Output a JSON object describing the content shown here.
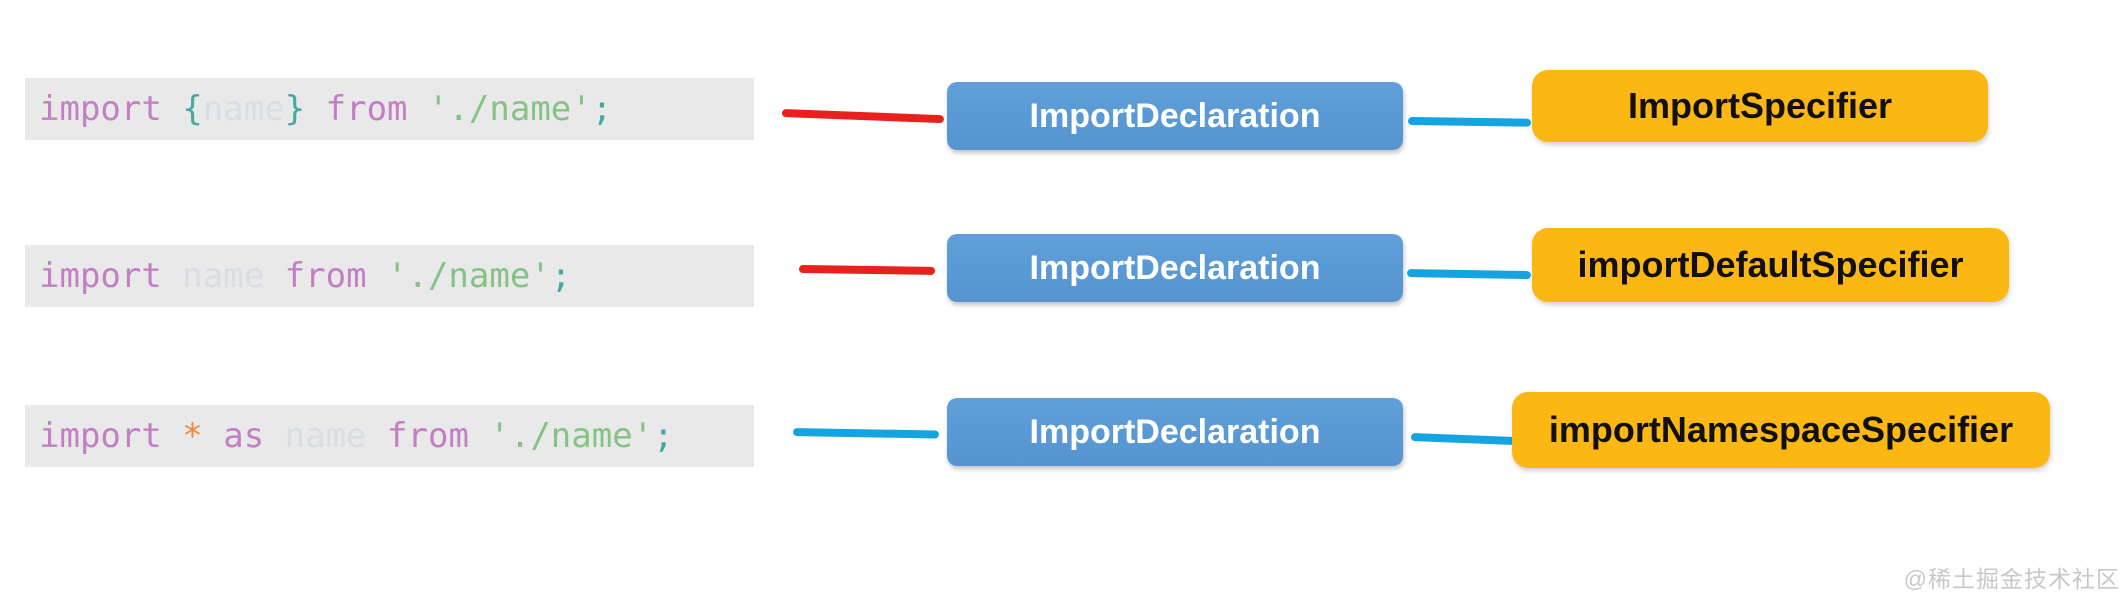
{
  "colors": {
    "code_background": "#e9e9e9",
    "keyword_purple": "#c37fc3",
    "punctuation_teal": "#45a8a2",
    "identifier_gray": "#d9dde5",
    "string_green": "#85c285",
    "star_orange": "#f08a3c",
    "declaration_node_blue": "#5b9bd5",
    "declaration_text": "#ffffff",
    "specifier_node_orange": "#fcb713",
    "specifier_text": "#101010",
    "connector_red": "#e8211f",
    "connector_blue": "#15a3e2"
  },
  "rows": [
    {
      "code_text": "import {name} from './name';",
      "code_tokens": [
        {
          "text": "import ",
          "color": "#c37fc3"
        },
        {
          "text": "{",
          "color": "#45a8a2"
        },
        {
          "text": "name",
          "color": "#d9dde5"
        },
        {
          "text": "} ",
          "color": "#45a8a2"
        },
        {
          "text": "from ",
          "color": "#c37fc3"
        },
        {
          "text": "'./name'",
          "color": "#85c285"
        },
        {
          "text": ";",
          "color": "#45a8a2"
        }
      ],
      "declaration_label": "ImportDeclaration",
      "specifier_label": "ImportSpecifier",
      "left_connector": {
        "color": "#e8211f"
      },
      "right_connector": {
        "color": "#15a3e2"
      }
    },
    {
      "code_text": "import name from './name';",
      "code_tokens": [
        {
          "text": "import ",
          "color": "#c37fc3"
        },
        {
          "text": "name ",
          "color": "#d9dde5"
        },
        {
          "text": "from ",
          "color": "#c37fc3"
        },
        {
          "text": "'./name'",
          "color": "#85c285"
        },
        {
          "text": ";",
          "color": "#45a8a2"
        }
      ],
      "declaration_label": "ImportDeclaration",
      "specifier_label": "importDefaultSpecifier",
      "left_connector": {
        "color": "#e8211f"
      },
      "right_connector": {
        "color": "#15a3e2"
      }
    },
    {
      "code_text": "import * as name from './name';",
      "code_tokens": [
        {
          "text": "import ",
          "color": "#c37fc3"
        },
        {
          "text": "* ",
          "color": "#f08a3c"
        },
        {
          "text": "as ",
          "color": "#c37fc3"
        },
        {
          "text": "name ",
          "color": "#d9dde5"
        },
        {
          "text": "from ",
          "color": "#c37fc3"
        },
        {
          "text": "'./name'",
          "color": "#85c285"
        },
        {
          "text": ";",
          "color": "#45a8a2"
        }
      ],
      "declaration_label": "ImportDeclaration",
      "specifier_label": "importNamespaceSpecifier",
      "left_connector": {
        "color": "#15a3e2"
      },
      "right_connector": {
        "color": "#15a3e2"
      }
    }
  ],
  "watermark": {
    "text": "@稀土掘金技术社区"
  }
}
